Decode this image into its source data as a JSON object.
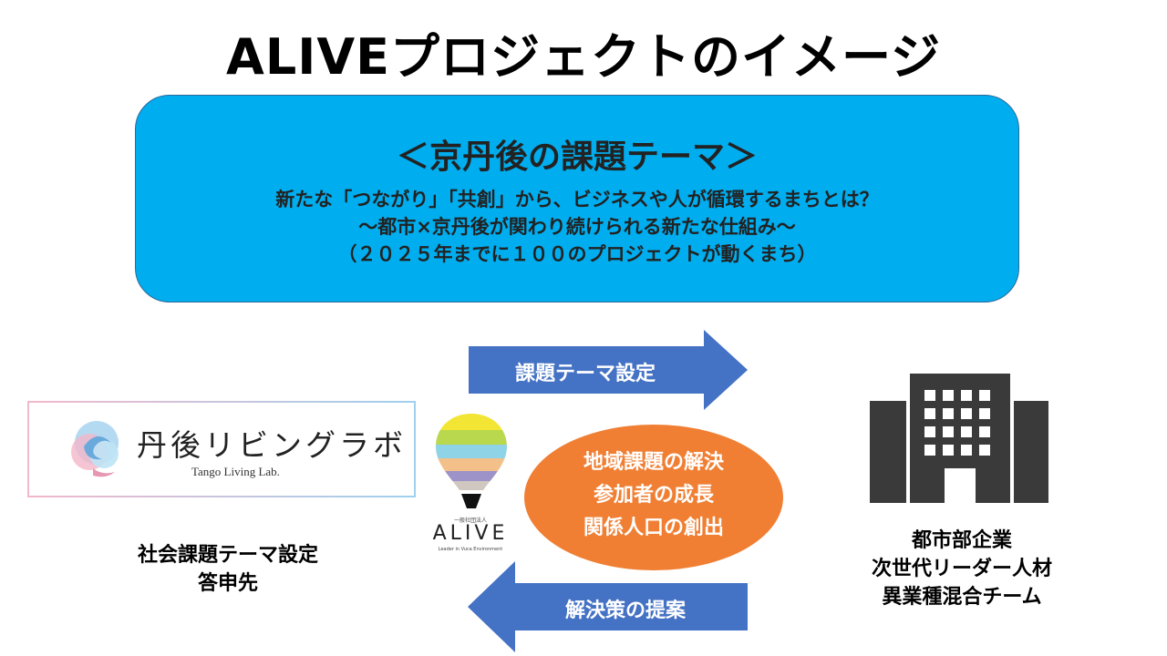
{
  "title": "ALIVEプロジェクトのイメージ",
  "theme": {
    "heading": "＜京丹後の課題テーマ＞",
    "lines": [
      "新たな「つながり」「共創」から、ビジネスや人が循環するまちとは？",
      "～都市×京丹後が関わり続けられる新たな仕組み～",
      "（２０２５年までに１００のプロジェクトが動くまち）"
    ]
  },
  "arrows": {
    "right_label": "課題テーマ設定",
    "left_label": "解決策の提案"
  },
  "tango_logo": {
    "name": "丹後リビングラボ",
    "subtitle": "Tango Living Lab."
  },
  "left_caption": [
    "社会課題テーマ設定",
    "答申先"
  ],
  "alive_logo": {
    "small_top": "一般社団法人",
    "name": "ALIVE",
    "small_bottom": "Leader in Vuca Environment"
  },
  "outcome": [
    "地域課題の解決",
    "参加者の成長",
    "関係人口の創出"
  ],
  "right_caption": [
    "都市部企業",
    "次世代リーダー人材",
    "異業種混合チーム"
  ],
  "colors": {
    "theme_box": "#00adee",
    "arrow_blue": "#4472c4",
    "outcome_orange": "#f07f33",
    "building_gray": "#3a3a3a"
  },
  "icons": {
    "balloon": "hot-air-balloon-icon",
    "building": "office-building-icon",
    "tango_emblem": "swirl-emblem-icon"
  }
}
